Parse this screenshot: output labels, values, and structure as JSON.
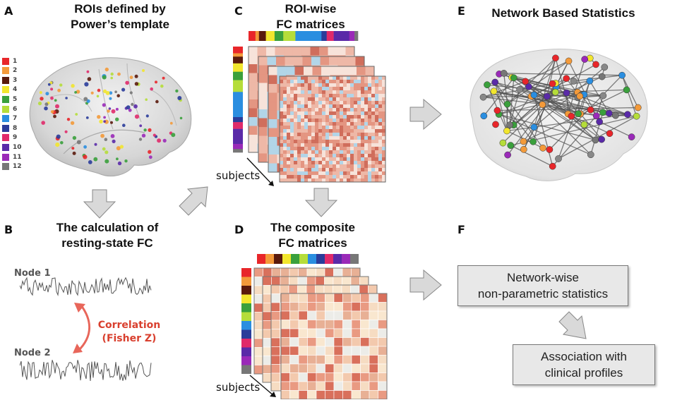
{
  "panels": {
    "A": {
      "letter": "A",
      "title_line1": "ROIs defined by",
      "title_line2": "Power’s template"
    },
    "B": {
      "letter": "B",
      "title_line1": "The calculation of",
      "title_line2": "resting-state FC",
      "node1": "Node 1",
      "node2": "Node 2",
      "corr_line1": "Correlation",
      "corr_line2": "(Fisher Z)"
    },
    "C": {
      "letter": "C",
      "title_line1": "ROI-wise",
      "title_line2": "FC matrices",
      "subjects": "subjects"
    },
    "D": {
      "letter": "D",
      "title_line1": "The composite",
      "title_line2": "FC matrices",
      "subjects": "subjects"
    },
    "E": {
      "letter": "E",
      "title": "Network Based Statistics"
    },
    "F": {
      "letter": "F",
      "box1_line1": "Network-wise",
      "box1_line2": "non-parametric statistics",
      "box2_line1": "Association with",
      "box2_line2": "clinical profiles"
    }
  },
  "legend": [
    {
      "label": "1",
      "color": "#e8262a"
    },
    {
      "label": "2",
      "color": "#f39a3a"
    },
    {
      "label": "3",
      "color": "#5a1a0c"
    },
    {
      "label": "4",
      "color": "#f2e62e"
    },
    {
      "label": "5",
      "color": "#3aa03c"
    },
    {
      "label": "6",
      "color": "#b5dd3a"
    },
    {
      "label": "7",
      "color": "#2a8ee0"
    },
    {
      "label": "8",
      "color": "#2a3c9a"
    },
    {
      "label": "9",
      "color": "#e02a6a"
    },
    {
      "label": "10",
      "color": "#5a2aa8"
    },
    {
      "label": "11",
      "color": "#9a2ab8"
    },
    {
      "label": "12",
      "color": "#777777"
    }
  ],
  "colors": {
    "arrow_fill": "#d9d9d9",
    "arrow_stroke": "#888888",
    "corr_red": "#d9402f",
    "box_fill": "#e8e8e8"
  }
}
